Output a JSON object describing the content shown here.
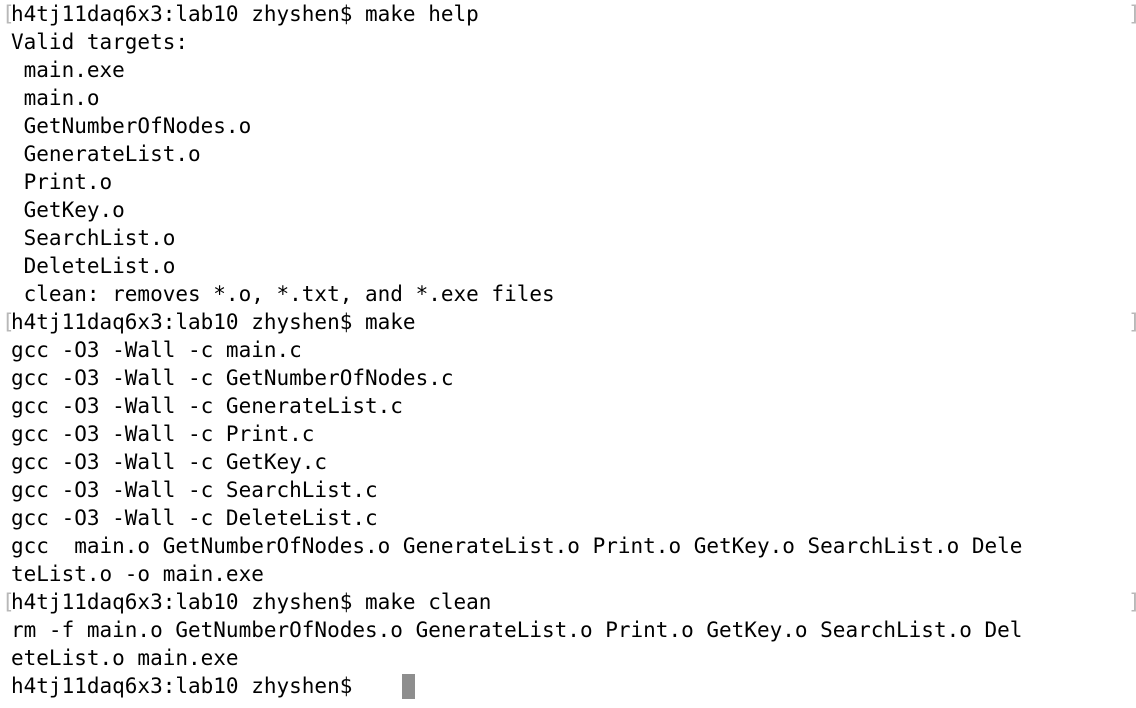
{
  "terminal": {
    "prompt": "h4tj11daq6x3:lab10 zhyshen$",
    "lines": [
      "h4tj11daq6x3:lab10 zhyshen$ make help",
      "Valid targets:",
      " main.exe",
      " main.o",
      " GetNumberOfNodes.o",
      " GenerateList.o",
      " Print.o",
      " GetKey.o",
      " SearchList.o",
      " DeleteList.o",
      " clean: removes *.o, *.txt, and *.exe files",
      "h4tj11daq6x3:lab10 zhyshen$ make",
      "gcc -O3 -Wall -c main.c",
      "gcc -O3 -Wall -c GetNumberOfNodes.c",
      "gcc -O3 -Wall -c GenerateList.c",
      "gcc -O3 -Wall -c Print.c",
      "gcc -O3 -Wall -c GetKey.c",
      "gcc -O3 -Wall -c SearchList.c",
      "gcc -O3 -Wall -c DeleteList.c",
      "gcc  main.o GetNumberOfNodes.o GenerateList.o Print.o GetKey.o SearchList.o Dele",
      "teList.o -o main.exe",
      "h4tj11daq6x3:lab10 zhyshen$ make clean",
      "rm -f main.o GetNumberOfNodes.o GenerateList.o Print.o GetKey.o SearchList.o Del",
      "eteList.o main.exe",
      "h4tj11daq6x3:lab10 zhyshen$ "
    ],
    "bracket_left": "[",
    "bracket_right": "]"
  }
}
